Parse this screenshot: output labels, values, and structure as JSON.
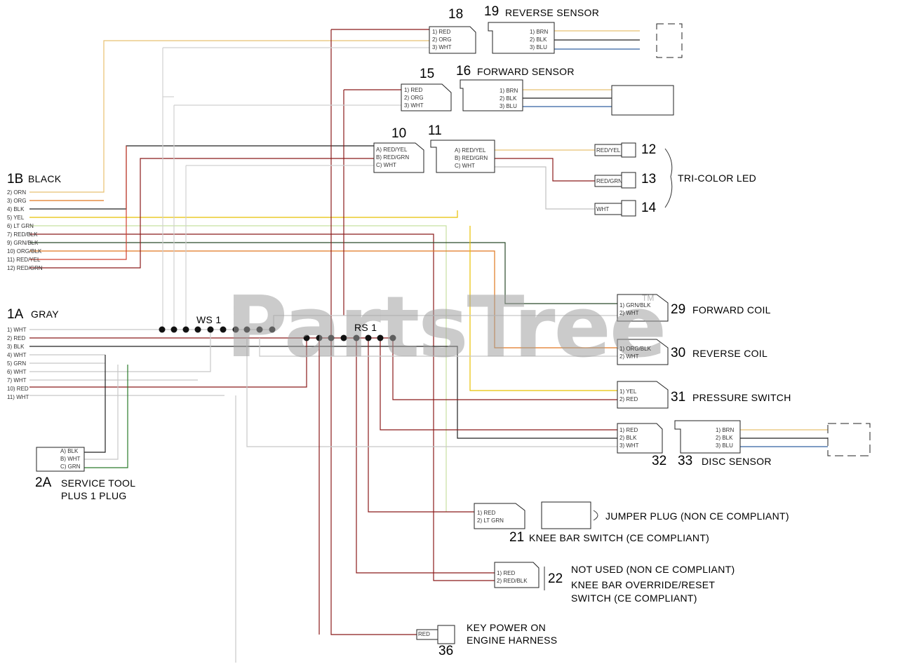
{
  "watermark": "PartsTree",
  "trademark": "TM",
  "harness_1b": {
    "id": "1B",
    "color": "BLACK",
    "pins": [
      "2) ORN",
      "3) ORG",
      "4) BLK",
      "5) YEL",
      "6) LT GRN",
      "7) RED/BLK",
      "9) GRN/BLK",
      "10) ORG/BLK",
      "11) RED/YEL",
      "12) RED/GRN"
    ]
  },
  "harness_1a": {
    "id": "1A",
    "color": "GRAY",
    "pins": [
      "1) WHT",
      "2) RED",
      "3) BLK",
      "4) WHT",
      "5) GRN",
      "6) WHT",
      "7) WHT",
      "10) RED",
      "11) WHT"
    ]
  },
  "splices": {
    "ws1": "WS 1",
    "rs1": "RS 1"
  },
  "components": {
    "c18": {
      "num": "18",
      "pins": [
        "1) RED",
        "2) ORG",
        "3) WHT"
      ]
    },
    "c19": {
      "num": "19",
      "name": "REVERSE SENSOR",
      "pins": [
        "1) BRN",
        "2) BLK",
        "3) BLU"
      ]
    },
    "c15": {
      "num": "15",
      "pins": [
        "1) RED",
        "2) ORG",
        "3) WHT"
      ]
    },
    "c16": {
      "num": "16",
      "name": "FORWARD SENSOR",
      "pins": [
        "1) BRN",
        "2) BLK",
        "3) BLU"
      ]
    },
    "c10": {
      "num": "10",
      "pins": [
        "A) RED/YEL",
        "B) RED/GRN",
        "C) WHT"
      ]
    },
    "c11": {
      "num": "11",
      "pins": [
        "A) RED/YEL",
        "B) RED/GRN",
        "C) WHT"
      ]
    },
    "c12": {
      "num": "12",
      "wire": "RED/YEL"
    },
    "c13": {
      "num": "13",
      "wire": "RED/GRN"
    },
    "c14": {
      "num": "14",
      "wire": "WHT"
    },
    "led": "TRI-COLOR LED",
    "c29": {
      "num": "29",
      "name": "FORWARD COIL",
      "pins": [
        "1) GRN/BLK",
        "2) WHT"
      ]
    },
    "c30": {
      "num": "30",
      "name": "REVERSE COIL",
      "pins": [
        "1) ORG/BLK",
        "2) WHT"
      ]
    },
    "c31": {
      "num": "31",
      "name": "PRESSURE SWITCH",
      "pins": [
        "1) YEL",
        "2) RED"
      ]
    },
    "c32": {
      "num": "32",
      "pins": [
        "1) RED",
        "2) BLK",
        "3) WHT"
      ]
    },
    "c33": {
      "num": "33",
      "name": "DISC SENSOR",
      "pins": [
        "1) BRN",
        "2) BLK",
        "3) BLU"
      ]
    },
    "c2a": {
      "num": "2A",
      "name1": "SERVICE TOOL",
      "name2": "PLUS 1 PLUG",
      "pins": [
        "A) BLK",
        "B) WHT",
        "C) GRN"
      ]
    },
    "c21": {
      "num": "21",
      "name": "KNEE BAR SWITCH (CE COMPLIANT)",
      "pins": [
        "1) RED",
        "2) LT GRN"
      ]
    },
    "jumper": "JUMPER PLUG (NON CE COMPLIANT)",
    "c22": {
      "num": "22",
      "line1": "NOT USED (NON CE COMPLIANT)",
      "line2": "KNEE BAR OVERRIDE/RESET",
      "line3": "SWITCH (CE COMPLIANT)",
      "pins": [
        "1) RED",
        "2) RED/BLK"
      ]
    },
    "c36": {
      "num": "36",
      "wire": "RED",
      "line1": "KEY POWER ON",
      "line2": "ENGINE HARNESS"
    }
  },
  "wire_colors": {
    "red": "#8b1a1a",
    "orange": "#e07820",
    "yellow": "#e8c000",
    "white": "#c8c8c8",
    "black": "#222222",
    "green": "#2a7a2a",
    "blue": "#3060a0",
    "brown": "#8a5a2a",
    "light_green": "#c8e0a0"
  }
}
